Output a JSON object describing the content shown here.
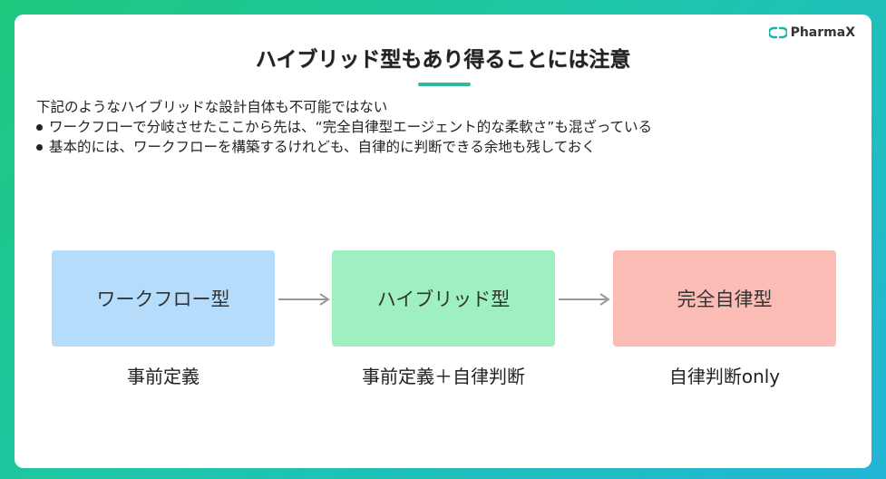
{
  "brand": {
    "logo_text": "PharmaX"
  },
  "slide": {
    "title": "ハイブリッド型もあり得ることには注意",
    "intro": "下記のようなハイブリッドな設計自体も不可能ではない",
    "bullets": [
      "ワークフローで分岐させたここから先は、“完全自律型エージェント的な柔軟さ”も混ざっている",
      "基本的には、ワークフローを構築するけれども、自律的に判断できる余地も残しておく"
    ]
  },
  "diagram": {
    "nodes": [
      {
        "label": "ワークフロー型",
        "caption": "事前定義",
        "color": "#b5dcfa"
      },
      {
        "label": "ハイブリッド型",
        "caption": "事前定義＋自律判断",
        "color": "#9ff0c0"
      },
      {
        "label": "完全自律型",
        "caption": "自律判断only",
        "color": "#fbbcb5"
      }
    ],
    "arrow_color": "#9a9a9a"
  }
}
